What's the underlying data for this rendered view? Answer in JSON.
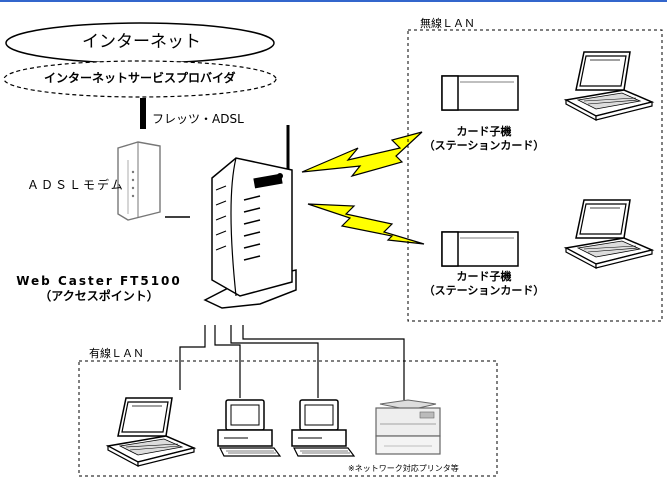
{
  "internet": {
    "label": "インターネット"
  },
  "isp": {
    "label": "インターネットサービスプロバイダ"
  },
  "line": {
    "label": "フレッツ・ADSL"
  },
  "modem": {
    "label": "ＡＤＳＬモデム"
  },
  "access_point": {
    "name": "Web Caster FT5100",
    "role": "（アクセスポイント）"
  },
  "wireless": {
    "title": "無線ＬＡＮ",
    "card_label_line1": "カード子機",
    "card_label_line2": "（ステーションカード）"
  },
  "wired": {
    "title": "有線ＬＡＮ",
    "printer_note": "※ネットワーク対応プリンタ等"
  },
  "colors": {
    "lightning": "#ffff00",
    "line": "#000000"
  }
}
